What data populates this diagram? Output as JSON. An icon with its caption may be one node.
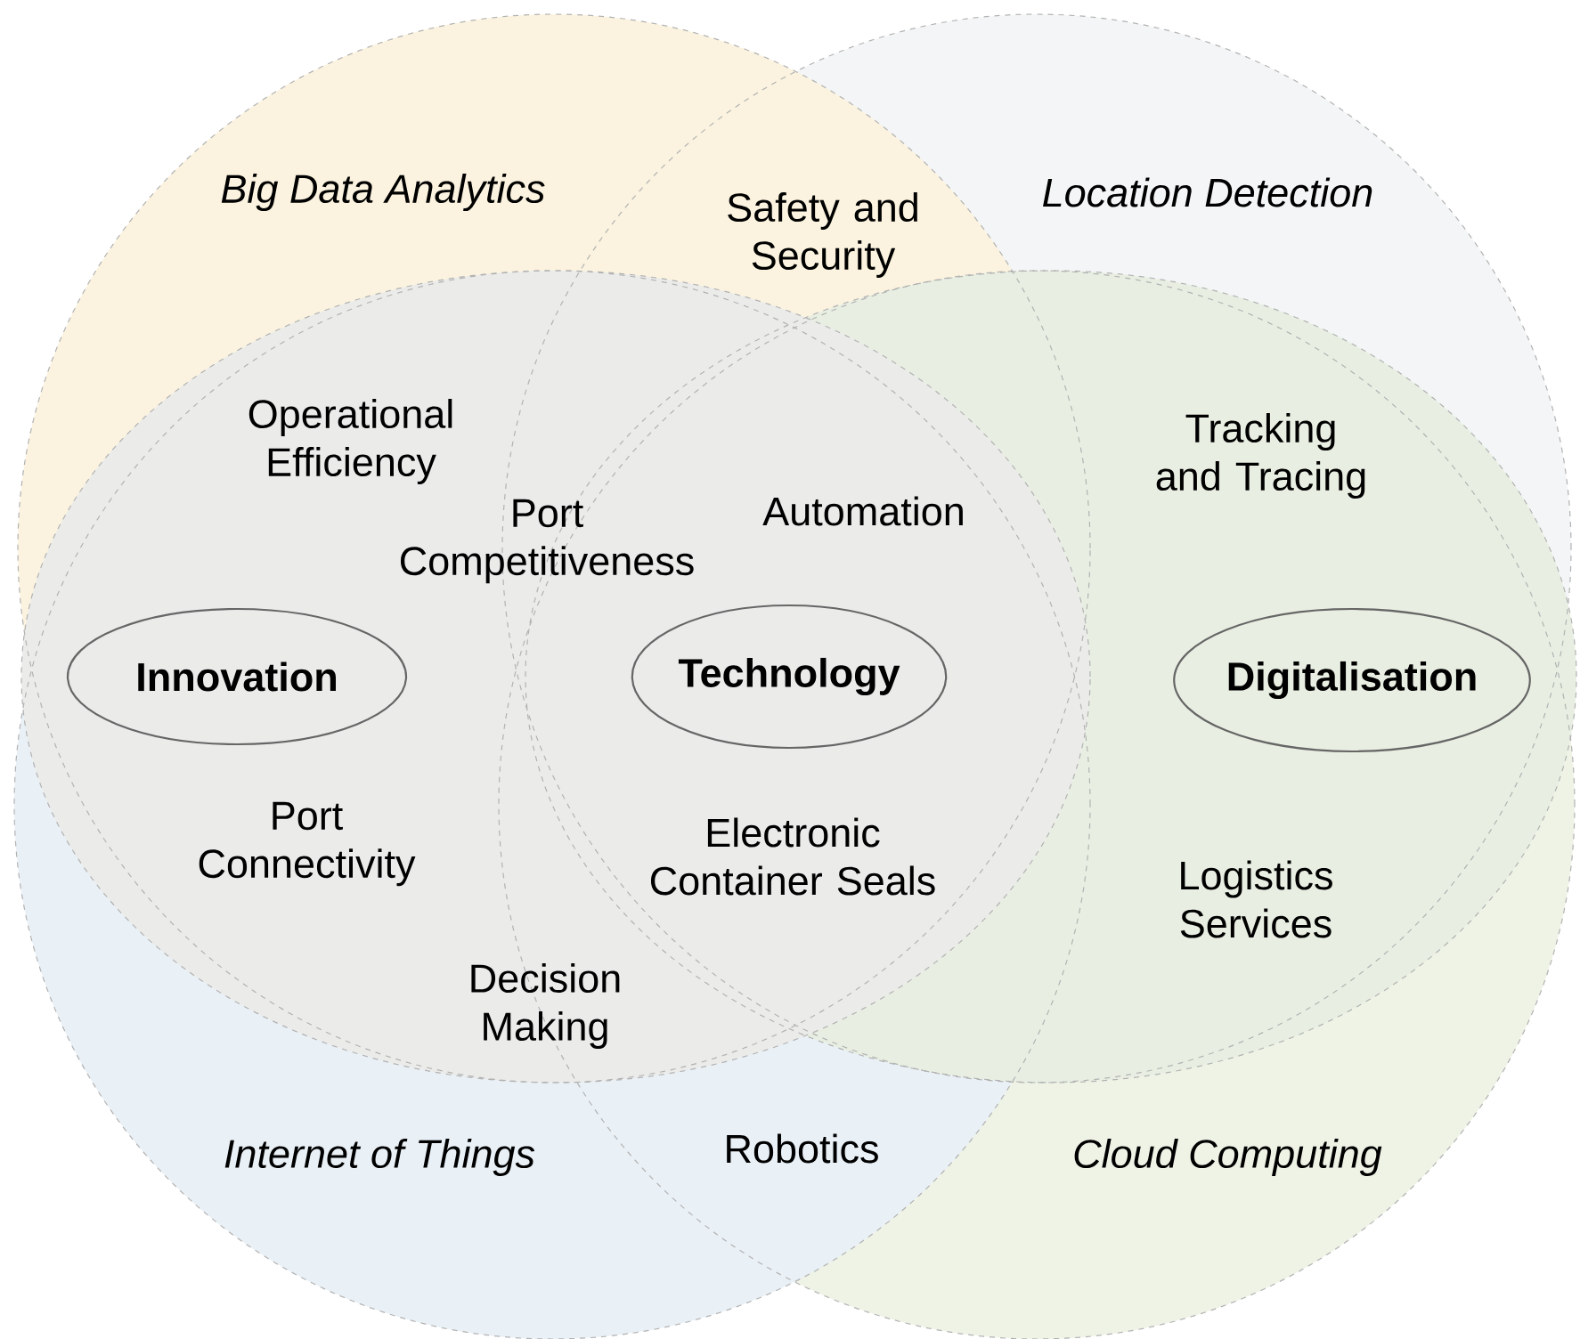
{
  "diagram": {
    "nodes": [
      {
        "text": [
          "Big Data Analytics"
        ]
      },
      {
        "text": [
          "Location Detection"
        ]
      },
      {
        "text": [],
        "shape": "circle"
      },
      {
        "text": [],
        "shape": "circle"
      },
      {
        "text": [
          "Innovation"
        ],
        "in": 2
      },
      {
        "text": [
          "Technology"
        ]
      },
      {
        "text": [
          "Digitalisation"
        ],
        "in": 3
      },
      {
        "text": [
          "Internet of Things"
        ]
      },
      {
        "text": [
          "Cloud Computing"
        ]
      }
    ],
    "labels": [
      "Safety and Security",
      "Operational Efficiency",
      "Tracking and Tracing",
      "Port Competitiveness",
      "Automation",
      "Port Connectivity",
      "Electronic Container Seals",
      "Logistics Services",
      "Decision Making",
      "Robotics"
    ]
  }
}
